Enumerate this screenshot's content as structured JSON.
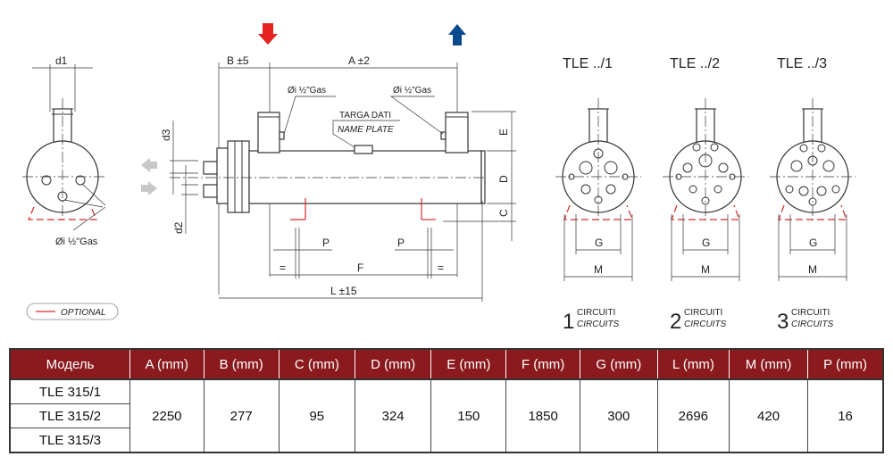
{
  "drawing": {
    "left_view": {
      "d1": "d1",
      "gas": "Øi ½\"Gas"
    },
    "optional_label": "OPTIONAL",
    "main_view": {
      "b_dim": "B ±5",
      "a_dim": "A ±2",
      "gas_left": "Øi ½\"Gas",
      "gas_right": "Øi ½\"Gas",
      "targa": "TARGA DATI",
      "name_plate": "NAME PLATE",
      "e": "E",
      "d": "D",
      "c": "C",
      "d3": "d3",
      "d2": "d2",
      "p1": "P",
      "p2": "P",
      "eq1": "=",
      "eq2": "=",
      "f": "F",
      "l_dim": "L ±15"
    },
    "end_views": [
      {
        "title": "TLE ../1",
        "g": "G",
        "m": "M",
        "num": "1",
        "circuiti": "CIRCUITI",
        "circuits": "CIRCUITS"
      },
      {
        "title": "TLE ../2",
        "g": "G",
        "m": "M",
        "num": "2",
        "circuiti": "CIRCUITI",
        "circuits": "CIRCUITS"
      },
      {
        "title": "TLE ../3",
        "g": "G",
        "m": "M",
        "num": "3",
        "circuiti": "CIRCUITI",
        "circuits": "CIRCUITS"
      }
    ],
    "colors": {
      "inlet_arrow": "#e52421",
      "outlet_arrow": "#0b4a8f",
      "header": "#8b1a1e"
    }
  },
  "table": {
    "headers": [
      "Модель",
      "A (mm)",
      "B (mm)",
      "C (mm)",
      "D (mm)",
      "E (mm)",
      "F (mm)",
      "G (mm)",
      "L (mm)",
      "M (mm)",
      "P (mm)"
    ],
    "models": [
      "TLE 315/1",
      "TLE 315/2",
      "TLE 315/3"
    ],
    "values": [
      "2250",
      "277",
      "95",
      "324",
      "150",
      "1850",
      "300",
      "2696",
      "420",
      "16"
    ]
  }
}
